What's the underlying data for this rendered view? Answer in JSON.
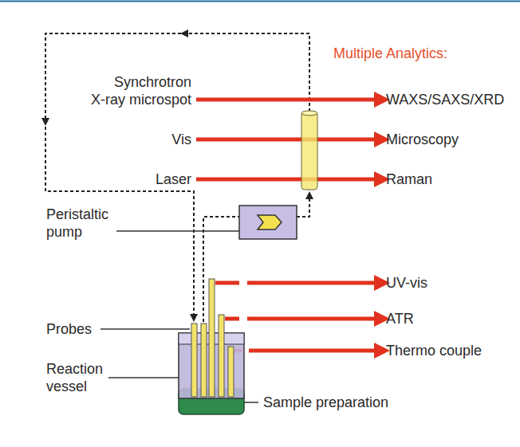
{
  "diagram": {
    "labels": [
      "Multiple Analytics:",
      "Synchrotron X-ray microspot",
      "WAXS/SAXS/XRD",
      "Vis",
      "Microscopy",
      "Laser",
      "Raman",
      "Peristaltic pump",
      "UV-vis",
      "ATR",
      "Thermo couple",
      "Probes",
      "Reaction vessel",
      "Sample preparation"
    ]
  }
}
